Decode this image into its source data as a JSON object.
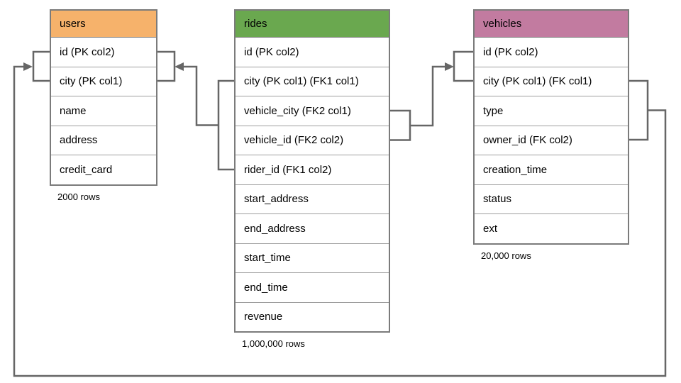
{
  "diagram": {
    "connector_color": "#666666",
    "tables": [
      {
        "name": "users",
        "header_color": "#F6B26B",
        "columns": [
          "id (PK col2)",
          "city (PK col1)",
          "name",
          "address",
          "credit_card"
        ],
        "row_count_label": "2000 rows"
      },
      {
        "name": "rides",
        "header_color": "#6AA84F",
        "columns": [
          "id (PK col2)",
          "city (PK col1) (FK1 col1)",
          "vehicle_city (FK2 col1)",
          "vehicle_id (FK2 col2)",
          "rider_id (FK1 col2)",
          "start_address",
          "end_address",
          "start_time",
          "end_time",
          "revenue"
        ],
        "row_count_label": "1,000,000 rows"
      },
      {
        "name": "vehicles",
        "header_color": "#C27BA0",
        "columns": [
          "id (PK col2)",
          "city (PK col1) (FK col1)",
          "type",
          "owner_id (FK col2)",
          "creation_time",
          "status",
          "ext"
        ],
        "row_count_label": "20,000 rows"
      }
    ]
  }
}
